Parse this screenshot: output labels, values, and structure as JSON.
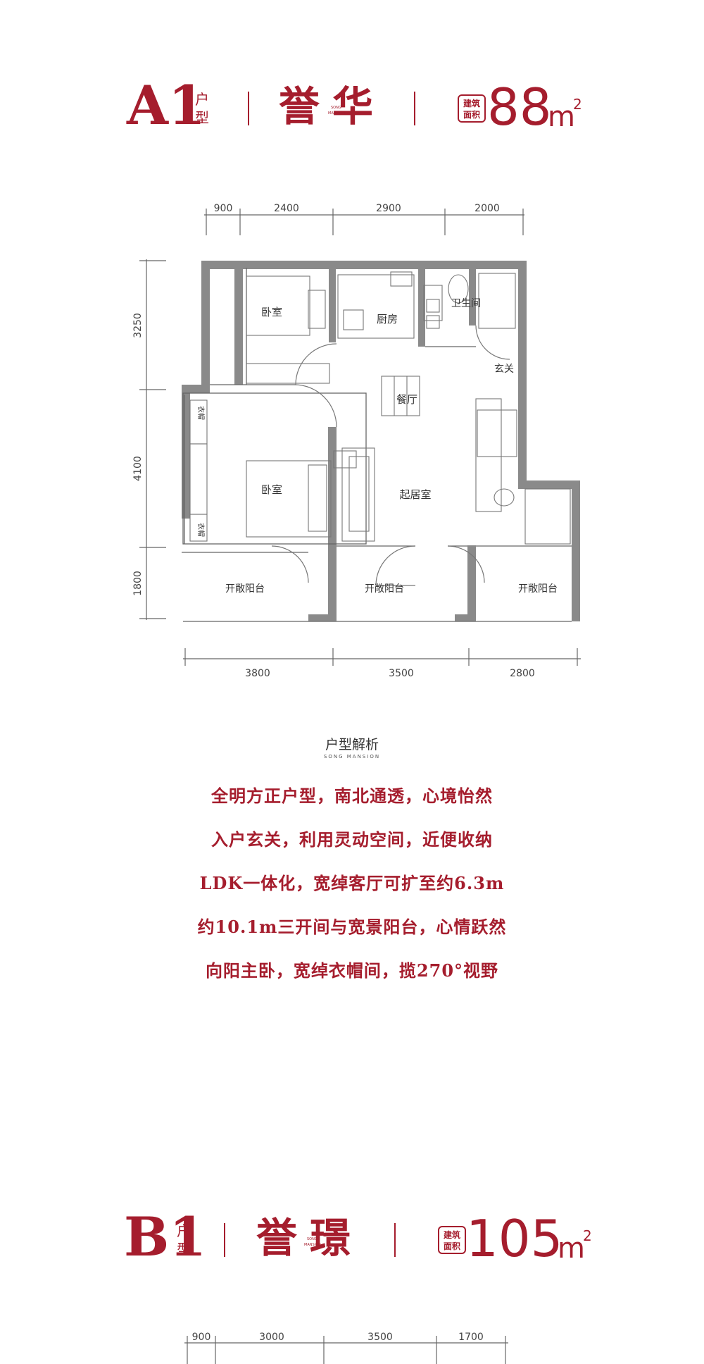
{
  "colors": {
    "accent": "#a51d2d",
    "wall": "#8a8a8a",
    "line": "#666666"
  },
  "unit_a": {
    "code": "A1",
    "tag_top": "户",
    "tag_bottom": "型",
    "name": "誉华",
    "micro_logo_a": "SONG",
    "micro_logo_b": "MANSION",
    "badge_line1": "建筑",
    "badge_line2": "面积",
    "area_number": "88",
    "area_unit": "m",
    "area_sup": "2"
  },
  "plan_a": {
    "dims_top": [
      "900",
      "2400",
      "2900",
      "2000"
    ],
    "dims_left": [
      "3250",
      "4100",
      "1800"
    ],
    "dims_bottom": [
      "3800",
      "3500",
      "2800"
    ],
    "rooms": {
      "bedroom_north": "卧室",
      "kitchen": "厨房",
      "bathroom": "卫生间",
      "foyer": "玄关",
      "dining": "餐厅",
      "bedroom_main": "卧室",
      "living": "起居室",
      "balcony_left": "开敞阳台",
      "balcony_mid": "开敞阳台",
      "balcony_right": "开敞阳台",
      "wardrobe_a": "衣帽",
      "wardrobe_b": "衣帽"
    }
  },
  "analysis": {
    "title": "户型解析",
    "subtitle": "SONG MANSION",
    "points": [
      "全明方正户型，南北通透，心境怡然",
      "入户玄关，利用灵动空间，近便收纳",
      "LDK一体化，宽绰客厅可扩至约6.3m",
      "约10.1m三开间与宽景阳台，心情跃然",
      "向阳主卧，宽绰衣帽间，揽270°视野"
    ]
  },
  "unit_b": {
    "code": "B1",
    "tag_top": "户",
    "tag_bottom": "型",
    "name": "誉璟",
    "micro_logo_a": "SONG",
    "micro_logo_b": "MANSION",
    "badge_line1": "建筑",
    "badge_line2": "面积",
    "area_number": "105",
    "area_unit": "m",
    "area_sup": "2"
  },
  "plan_b": {
    "dims_top": [
      "900",
      "3000",
      "3500",
      "1700"
    ]
  }
}
